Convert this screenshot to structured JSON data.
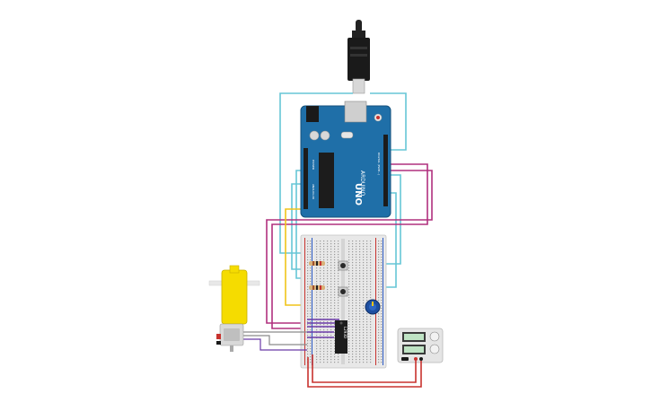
{
  "canvas": {
    "background": "#ffffff"
  },
  "arduino": {
    "logo_text": "ARDUINO",
    "model_text": "UNO",
    "board_color": "#1f6fa8",
    "pin_labels": [
      "DIGITAL (PWM~)",
      "ANALOG IN",
      "POWER"
    ]
  },
  "h_bridge": {
    "label": "L293D"
  },
  "power_supply": {
    "display_top": "",
    "display_bottom": ""
  },
  "wire_colors": {
    "cyan": "#66c6d6",
    "magenta": "#b0307e",
    "yellow": "#f0c419",
    "purple": "#6a3aa8",
    "red": "#c8322e",
    "gray": "#8a8a8a"
  },
  "icons": [
    "usb-plug-icon",
    "dc-motor-icon",
    "potentiometer-icon",
    "pushbutton-icon",
    "resistor-icon"
  ]
}
